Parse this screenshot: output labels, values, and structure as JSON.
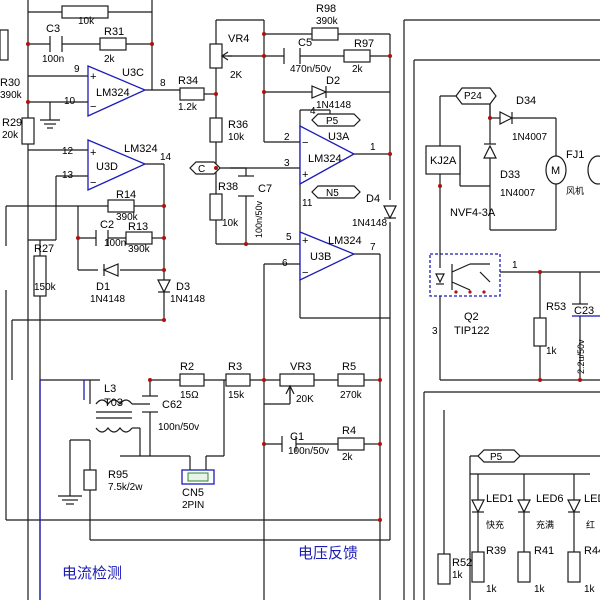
{
  "schematic": {
    "regions": {
      "current_detect": "电流检测",
      "voltage_feedback": "电压反馈"
    },
    "opamps": [
      {
        "ref": "U3C",
        "part": "LM324",
        "pins": [
          "9",
          "10",
          "8"
        ]
      },
      {
        "ref": "U3D",
        "part": "LM324",
        "pins": [
          "12",
          "13",
          "14"
        ]
      },
      {
        "ref": "U3A",
        "part": "LM324",
        "pins": [
          "2",
          "3",
          "1",
          "4",
          "11"
        ]
      },
      {
        "ref": "U3B",
        "part": "LM324",
        "pins": [
          "5",
          "6",
          "7"
        ]
      }
    ],
    "resistors": [
      {
        "ref": "",
        "value": "10k"
      },
      {
        "ref": "R31",
        "value": "2k"
      },
      {
        "ref": "R30",
        "value": "390k"
      },
      {
        "ref": "R29",
        "value": "20k"
      },
      {
        "ref": "R34",
        "value": "1.2k"
      },
      {
        "ref": "R36",
        "value": "10k"
      },
      {
        "ref": "R38",
        "value": "10k"
      },
      {
        "ref": "R98",
        "value": "390k"
      },
      {
        "ref": "R97",
        "value": "2k"
      },
      {
        "ref": "R14",
        "value": "390k"
      },
      {
        "ref": "R13",
        "value": "390k"
      },
      {
        "ref": "R27",
        "value": "150k"
      },
      {
        "ref": "R2",
        "value": "15Ω"
      },
      {
        "ref": "R3",
        "value": "15k"
      },
      {
        "ref": "R5",
        "value": "270k"
      },
      {
        "ref": "R4",
        "value": "2k"
      },
      {
        "ref": "R95",
        "value": "7.5k/2w"
      },
      {
        "ref": "R53",
        "value": "1k"
      },
      {
        "ref": "R52",
        "value": "1k"
      },
      {
        "ref": "R39",
        "value": "1k"
      },
      {
        "ref": "R41",
        "value": "1k"
      },
      {
        "ref": "R44",
        "value": "1k"
      }
    ],
    "capacitors": [
      {
        "ref": "C3",
        "value": "100n"
      },
      {
        "ref": "C5",
        "value": "470n/50v"
      },
      {
        "ref": "C7",
        "value": "100n/50v"
      },
      {
        "ref": "C2",
        "value": "100n"
      },
      {
        "ref": "C62",
        "value": "100n/50v"
      },
      {
        "ref": "C1",
        "value": "100n/50v"
      },
      {
        "ref": "C23",
        "value": "2.2u/50v"
      }
    ],
    "pots": [
      {
        "ref": "VR4",
        "value": "2K"
      },
      {
        "ref": "VR3",
        "value": "20K"
      }
    ],
    "diodes": [
      {
        "ref": "D2",
        "value": "1N4148"
      },
      {
        "ref": "D4",
        "value": "1N4148"
      },
      {
        "ref": "D1",
        "value": "1N4148"
      },
      {
        "ref": "D3",
        "value": "1N4148"
      },
      {
        "ref": "D34",
        "value": "1N4007"
      },
      {
        "ref": "D33",
        "value": "1N4007"
      }
    ],
    "misc": {
      "transformer_ref": "L3",
      "transformer_value": "T03",
      "connector_ref": "CN5",
      "connector_value": "2PIN",
      "relay_ref": "KJ2A",
      "relay_value": "NVF4-3A",
      "transistor_ref": "Q2",
      "transistor_value": "TIP122",
      "fan_ref": "FJ1",
      "fan_symbol": "M",
      "fan_label": "风机"
    },
    "ports": {
      "p5_top": "P5",
      "n5": "N5",
      "c_port": "C",
      "p24": "P24",
      "p5_bottom": "P5"
    },
    "leds": [
      {
        "ref": "LED1",
        "label": "快充"
      },
      {
        "ref": "LED6",
        "label": "充满"
      },
      {
        "ref": "LED",
        "label": "红"
      }
    ],
    "node_numbers": {
      "n1": "1",
      "n3": "3"
    }
  }
}
